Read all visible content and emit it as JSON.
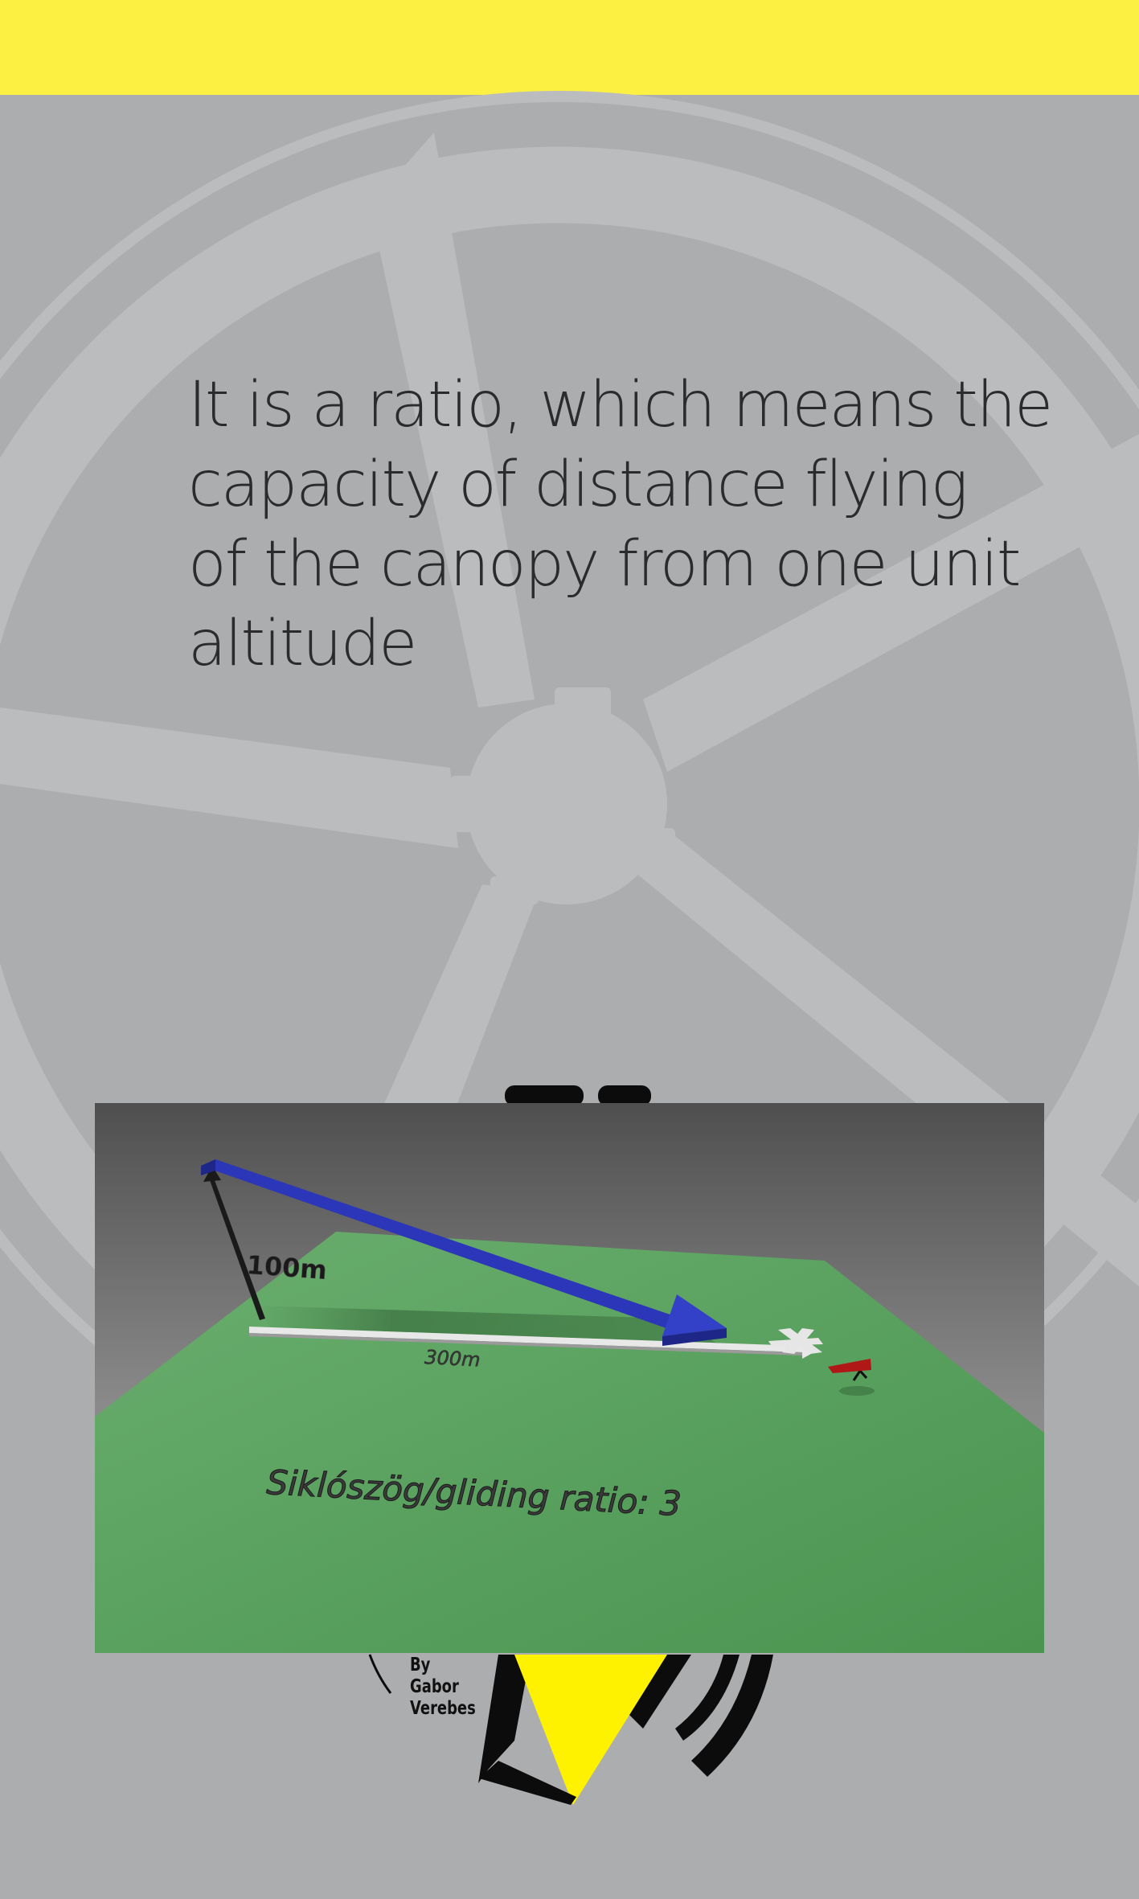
{
  "headline": {
    "lines": [
      "It is a ratio, which means the",
      "capacity of distance flying",
      "of the canopy from one unit",
      "altitude"
    ]
  },
  "diagram": {
    "height_label": "100m",
    "distance_label": "300m",
    "caption": "Siklószög/gliding ratio: 3"
  },
  "credit": {
    "lines": [
      "By",
      "Gabor",
      "Verebes"
    ]
  },
  "colors": {
    "top_band": "#fcf043",
    "background": "#acadaf",
    "glide_arrow": "#2c36b8",
    "ground": "#5fa566",
    "logo_yellow": "#fff200"
  }
}
